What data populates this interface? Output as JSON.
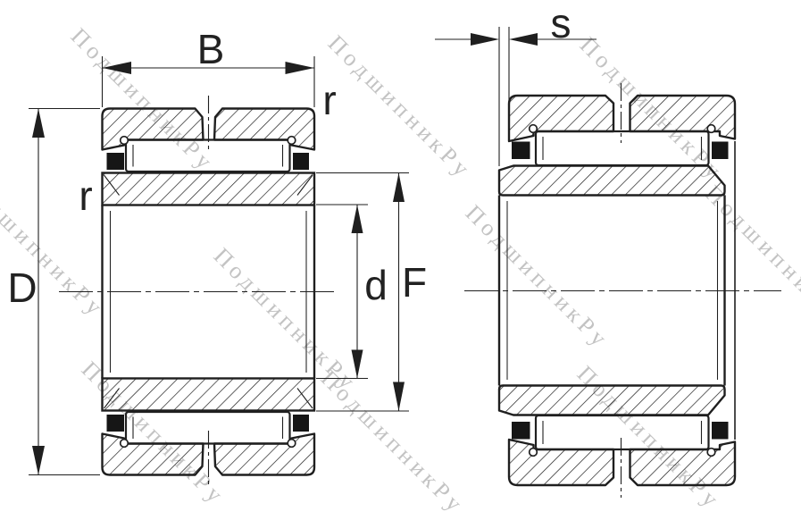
{
  "drawing": {
    "type": "needle-roller-bearing-cross-section",
    "ink_color": "#1f1f1f",
    "background_color": "#ffffff"
  },
  "dimensions": {
    "width_label": "B",
    "outer_diameter_label": "D",
    "bore_diameter_label": "d",
    "inner_raceway_label": "F",
    "axial_displacement_label": "s",
    "fillet_top_right_label": "r",
    "fillet_left_label": "r"
  },
  "watermark": {
    "text": "ПодшипникРу",
    "color": "#c3c3c3"
  }
}
